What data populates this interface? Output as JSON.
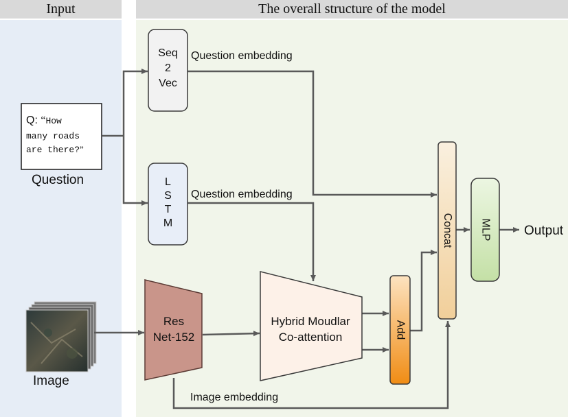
{
  "headers": {
    "input": "Input",
    "model": "The overall structure of the model"
  },
  "question_box": {
    "prefix": "Q: ",
    "open_quote": "“",
    "line1": "How",
    "line2": "many roads",
    "line3": "are there?",
    "close_quote": "”",
    "caption": "Question"
  },
  "image_input": {
    "caption": "Image"
  },
  "blocks": {
    "seq2vec": [
      "Seq",
      "2",
      "Vec"
    ],
    "lstm": [
      "L",
      "S",
      "T",
      "M"
    ],
    "resnet": [
      "Res",
      "Net-152"
    ],
    "hybrid": [
      "Hybrid Moudlar",
      "Co-attention"
    ],
    "add": "Add",
    "concat": "Concat",
    "mlp": "MLP"
  },
  "labels": {
    "question_embedding_1": "Question embedding",
    "question_embedding_2": "Question embedding",
    "image_embedding": "Image embedding",
    "output": "Output"
  },
  "colors": {
    "arrow": "#595959",
    "seq2vec_fill": "#f2f2f2",
    "lstm_fill": "#e8eef8",
    "resnet_fill": "#c9958a",
    "hybrid_fill": "#fdf1e8",
    "add_top": "#fde3c0",
    "add_bottom": "#f08c14",
    "concat_top": "#faf0df",
    "concat_bottom": "#f1cf9a",
    "mlp_top": "#ecf6e2",
    "mlp_bottom": "#c4e0a6"
  }
}
